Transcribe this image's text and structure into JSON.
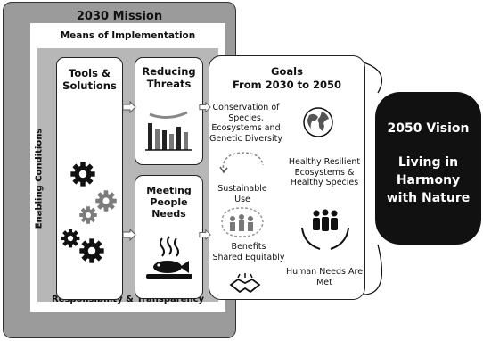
{
  "mission_title": "2030 Mission",
  "means_label": "Means of Implementation",
  "enabling_label": "Enabling Conditions",
  "responsibility_label": "Responsibility & Transparency",
  "tools": {
    "line1": "Tools &",
    "line2": "Solutions"
  },
  "reducing": {
    "line1": "Reducing",
    "line2": "Threats"
  },
  "meeting": {
    "line1": "Meeting",
    "line2": "People",
    "line3": "Needs"
  },
  "goals": {
    "title_line1": "Goals",
    "title_line2": "From 2030 to 2050",
    "conservation": [
      "Conservation of",
      "Species,",
      "Ecosystems and",
      "Genetic Diversity"
    ],
    "healthy": [
      "Healthy Resilient",
      "Ecosystems &",
      "Healthy Species"
    ],
    "sustainable": [
      "Sustainable",
      "Use"
    ],
    "benefits": [
      "Benefits",
      "Shared Equitably"
    ],
    "human_needs": [
      "Human Needs Are",
      "Met"
    ]
  },
  "vision": {
    "title": "2050 Vision",
    "line1": "Living in",
    "line2": "Harmony",
    "line3": "with Nature"
  },
  "colors": {
    "outer": "#9b9b9b",
    "inner": "#b7b7b7",
    "vision": "#111111"
  }
}
